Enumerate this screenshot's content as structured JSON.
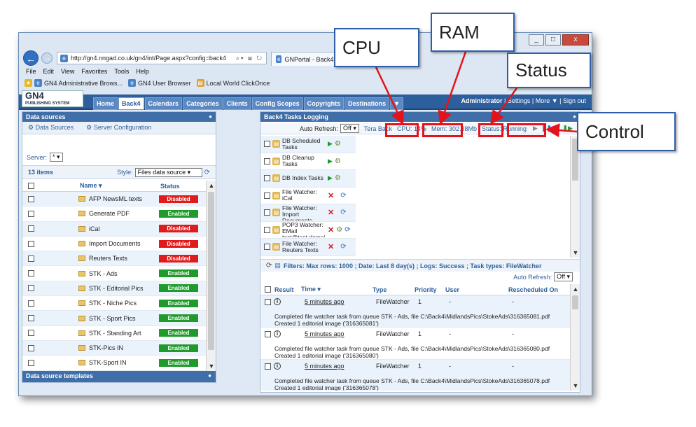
{
  "browser": {
    "url": "http://gn4.nngad.co.uk/gn4/int/Page.aspx?config=back4",
    "tab_title": "GNPortal - Back4 Se",
    "menu": [
      "File",
      "Edit",
      "View",
      "Favorites",
      "Tools",
      "Help"
    ],
    "favorites": [
      "GN4 Administrative Brows...",
      "GN4 User Browser",
      "Local World ClickOnce"
    ]
  },
  "app": {
    "logo_text": "GN4",
    "logo_subtext": "PUBLISHING SYSTEM",
    "nav": [
      "Home",
      "Back4",
      "Calendars",
      "Categories",
      "Clients",
      "Config Scopes",
      "Copyrights",
      "Destinations",
      "▼"
    ],
    "active_nav": "Back4",
    "right_user": "Administrator",
    "right_links": " | Settings | More ▼ | Sign out"
  },
  "left_panel": {
    "title": "Data sources",
    "subnav": [
      "Data Sources",
      "Server Configuration"
    ],
    "server_label": "Server:",
    "server_value": "*",
    "items_count": "13 items",
    "style_label": "Style:",
    "style_value": "Files data source",
    "columns": {
      "name": "Name ▾",
      "status": "Status"
    },
    "rows": [
      {
        "name": "AFP NewsML texts",
        "status": "Disabled"
      },
      {
        "name": "Generate PDF",
        "status": "Enabled"
      },
      {
        "name": "iCal",
        "status": "Disabled"
      },
      {
        "name": "Import Documents",
        "status": "Disabled"
      },
      {
        "name": "Reuters Texts",
        "status": "Disabled"
      },
      {
        "name": "STK - Ads",
        "status": "Enabled"
      },
      {
        "name": "STK - Editorial Pics",
        "status": "Enabled"
      },
      {
        "name": "STK - Niche Pics",
        "status": "Enabled"
      },
      {
        "name": "STK - Sport Pics",
        "status": "Enabled"
      },
      {
        "name": "STK - Standing Art",
        "status": "Enabled"
      },
      {
        "name": "STK-Pics IN",
        "status": "Enabled"
      },
      {
        "name": "STK-Sport IN",
        "status": "Enabled"
      }
    ],
    "templates_title": "Data source templates"
  },
  "right_panel": {
    "title": "Back4 Tasks Logging",
    "auto_refresh_label": "Auto Refresh:",
    "auto_refresh_value": "Off",
    "server_name": "Tera Back",
    "cpu": "CPU: 14%",
    "mem": "Mem: 302.38Mb",
    "status": "Status: Running",
    "tasks": [
      {
        "name": "DB Scheduled Tasks",
        "kind": "sched"
      },
      {
        "name": "DB Cleanup Tasks",
        "kind": "sched"
      },
      {
        "name": "DB Index Tasks",
        "kind": "sched"
      },
      {
        "name": "File Watcher: iCal",
        "kind": "watch"
      },
      {
        "name": "File Watcher: Import Documents",
        "kind": "watch"
      },
      {
        "name": "POP3 Watcher: EMail test@test.domai",
        "kind": "pop"
      },
      {
        "name": "File Watcher: Reuters Texts",
        "kind": "watch"
      }
    ],
    "filters": "Filters: Max rows: 1000 ; Date: Last 8 day(s) ; Logs: Success ; Task types: FileWatcher",
    "log_auto_refresh_label": "Auto Refresh:",
    "log_auto_refresh_value": "Off",
    "log_columns": [
      "Result",
      "Time ▾",
      "Type",
      "Priority",
      "User",
      "Rescheduled On"
    ],
    "logs": [
      {
        "time": "5 minutes ago",
        "type": "FileWatcher",
        "priority": "1",
        "user": "-",
        "resched": "-",
        "msg1": "Completed file watcher task from queue STK - Ads, file C:\\Back4\\MidlandsPics\\StokeAds\\316365081.pdf",
        "msg2": "Created 1 editorial image ('316365081')"
      },
      {
        "time": "5 minutes ago",
        "type": "FileWatcher",
        "priority": "1",
        "user": "-",
        "resched": "-",
        "msg1": "Completed file watcher task from queue STK - Ads, file C:\\Back4\\MidlandsPics\\StokeAds\\316365080.pdf",
        "msg2": "Created 1 editorial image ('316365080')"
      },
      {
        "time": "5 minutes ago",
        "type": "FileWatcher",
        "priority": "1",
        "user": "-",
        "resched": "-",
        "msg1": "Completed file watcher task from queue STK - Ads, file C:\\Back4\\MidlandsPics\\StokeAds\\316365078.pdf",
        "msg2": "Created 1 editorial image ('316365078')"
      }
    ]
  },
  "annotations": {
    "cpu": "CPU",
    "ram": "RAM",
    "status": "Status",
    "control": "Control",
    "color": "#e4131b"
  }
}
